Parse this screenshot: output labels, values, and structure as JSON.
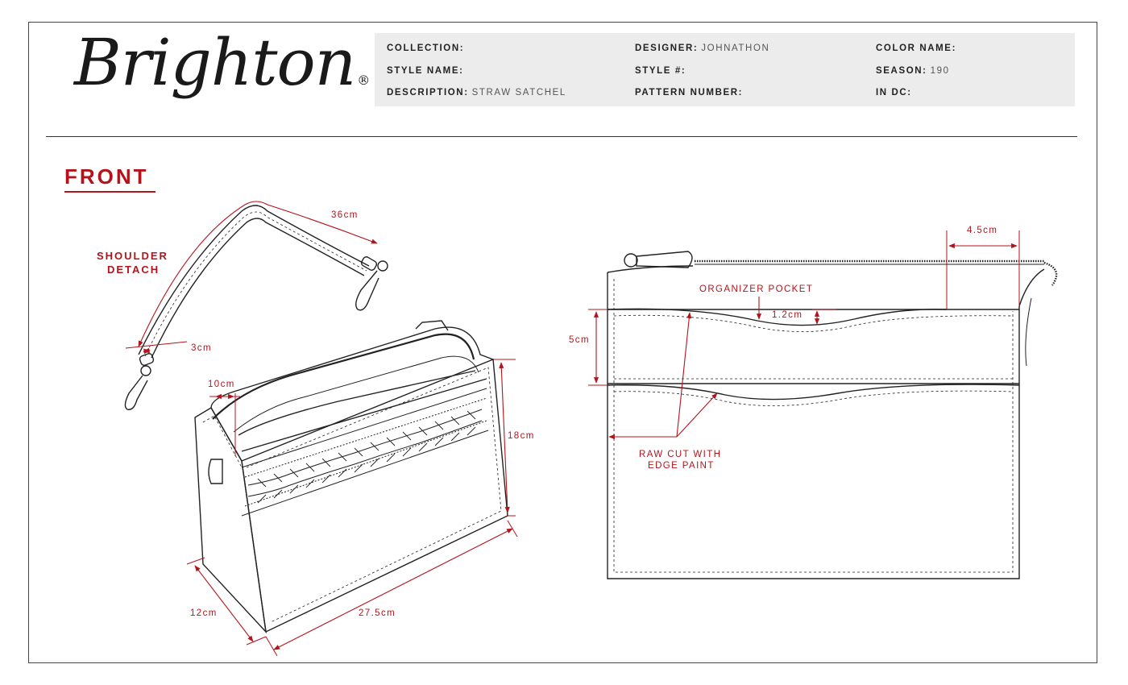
{
  "brand": {
    "name": "Brighton",
    "mark": "®"
  },
  "spec": {
    "collection": {
      "label": "COLLECTION:",
      "value": ""
    },
    "style_name": {
      "label": "STYLE NAME:",
      "value": ""
    },
    "description": {
      "label": "DESCRIPTION:",
      "value": "STRAW SATCHEL"
    },
    "designer": {
      "label": "DESIGNER:",
      "value": "JOHNATHON"
    },
    "style_no": {
      "label": "STYLE #:",
      "value": ""
    },
    "pattern_number": {
      "label": "PATTERN NUMBER:",
      "value": ""
    },
    "color_name": {
      "label": "COLOR NAME:",
      "value": ""
    },
    "season": {
      "label": "SEASON:",
      "value": "190"
    },
    "in_dc": {
      "label": "IN DC:",
      "value": ""
    }
  },
  "section": {
    "title": "FRONT"
  },
  "annotations": {
    "shoulder_detach_1": "SHOULDER",
    "shoulder_detach_2": "DETACH",
    "strap_length": "36cm",
    "strap_width": "3cm",
    "top_depth": "10cm",
    "height": "18cm",
    "depth": "12cm",
    "width": "27.5cm",
    "zip_end": "4.5cm",
    "organizer_pocket": "ORGANIZER POCKET",
    "pocket_dip": "1.2cm",
    "pocket_height": "5cm",
    "raw_cut_1": "RAW CUT WITH",
    "raw_cut_2": "EDGE PAINT"
  },
  "colors": {
    "accent": "#b3141b",
    "line": "#222222",
    "panel": "#ececec"
  }
}
